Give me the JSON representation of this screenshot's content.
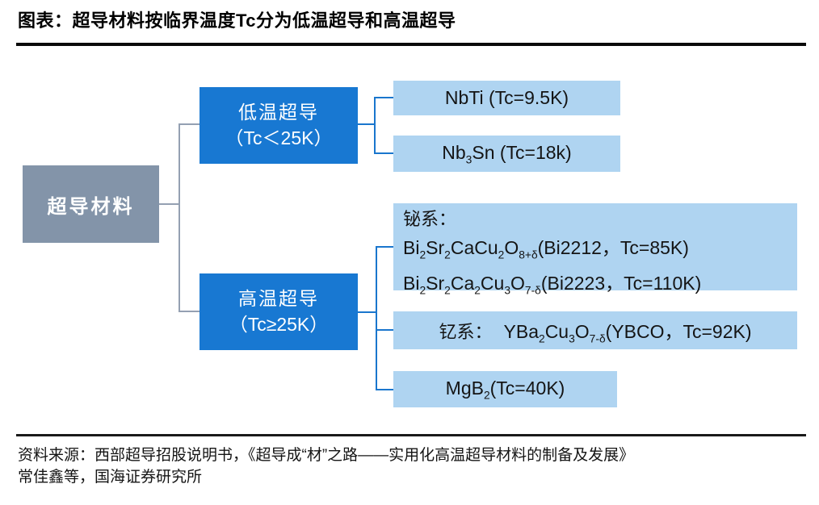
{
  "title": "图表：超导材料按临界温度Tc分为低温超导和高温超导",
  "colors": {
    "branch_blue": "#1878d2",
    "leaf_light_blue": "#afd4f1",
    "root_gray": "#8394a9",
    "connector_gray": "#94a0b2",
    "connector_blue": "#1a76cd",
    "rule_black": "#0a0a0a"
  },
  "tree": {
    "root": {
      "label": "超导材料"
    },
    "branches": {
      "low_temp": {
        "line1": "低温超导",
        "line2": "（Tc＜25K）"
      },
      "high_temp": {
        "line1": "高温超导",
        "line2": "（Tc≥25K）"
      }
    },
    "low_temp_leaves": {
      "nbti": {
        "formula": "NbTi (Tc=9.5K)"
      },
      "nb3sn": {
        "formula": "Nb~3~Sn (Tc=18k)"
      }
    },
    "high_temp_leaves": {
      "bismuth": {
        "series_label": "铋系：",
        "line1": "Bi~2~Sr~2~CaCu~2~O~8+δ~(Bi2212，Tc=85K)",
        "line2": "Bi~2~Sr~2~Ca~2~Cu~3~O~7-δ~(Bi2223，Tc=110K)"
      },
      "yttrium": {
        "series_label": "钇系：",
        "formula": "YBa~2~Cu~3~O~7-δ~(YBCO，Tc=92K)"
      },
      "mgb2": {
        "formula": "MgB~2~(Tc=40K)"
      }
    }
  },
  "source": {
    "line1": "资料来源：西部超导招股说明书，《超导成“材”之路——实用化高温超导材料的制备及发展》",
    "line2": "常佳鑫等，国海证券研究所"
  }
}
